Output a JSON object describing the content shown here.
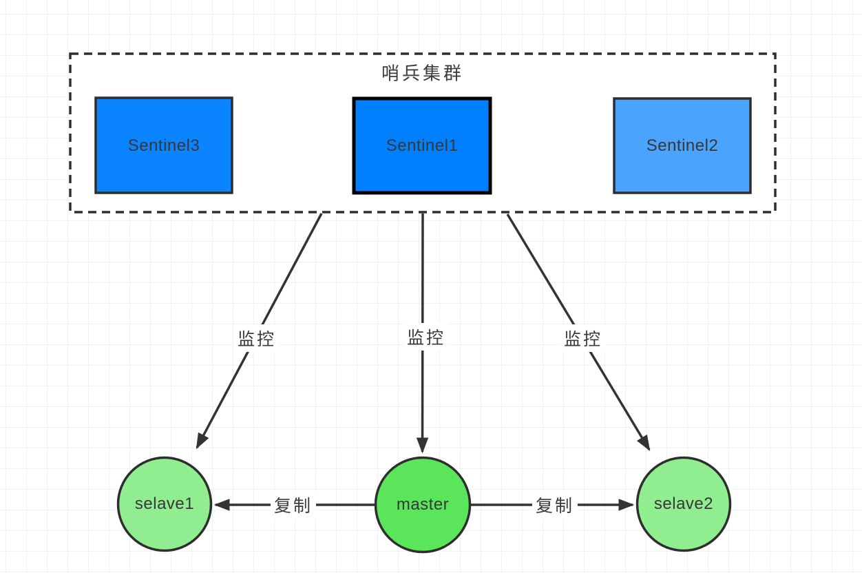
{
  "diagram": {
    "cluster": {
      "title": "哨兵集群",
      "sentinels": [
        {
          "id": "sentinel3",
          "label": "Sentinel3",
          "fill": "#0a84ff"
        },
        {
          "id": "sentinel1",
          "label": "Sentinel1",
          "fill": "#0080ff"
        },
        {
          "id": "sentinel2",
          "label": "Sentinel2",
          "fill": "#4aa3fc"
        }
      ]
    },
    "redis_nodes": [
      {
        "id": "selave1",
        "label": "selave1",
        "fill": "#90ee90"
      },
      {
        "id": "master",
        "label": "master",
        "fill": "#5be55b"
      },
      {
        "id": "selave2",
        "label": "selave2",
        "fill": "#90ee90"
      }
    ],
    "edges": [
      {
        "from": "sentinel-cluster",
        "to": "selave1",
        "label": "监控"
      },
      {
        "from": "sentinel-cluster",
        "to": "master",
        "label": "监控"
      },
      {
        "from": "sentinel-cluster",
        "to": "selave2",
        "label": "监控"
      },
      {
        "from": "master",
        "to": "selave1",
        "label": "复制"
      },
      {
        "from": "master",
        "to": "selave2",
        "label": "复制"
      }
    ],
    "colors": {
      "sentinel_blue": "#0a84ff",
      "sentinel_selected_blue": "#0080ff",
      "sentinel_light_blue": "#4aa3fc",
      "slave_green": "#90ee90",
      "master_green": "#5be55b",
      "stroke": "#2e2e2e",
      "selected_stroke": "#000000",
      "text": "#3a3a3a",
      "grid": "#eef0f2"
    }
  }
}
